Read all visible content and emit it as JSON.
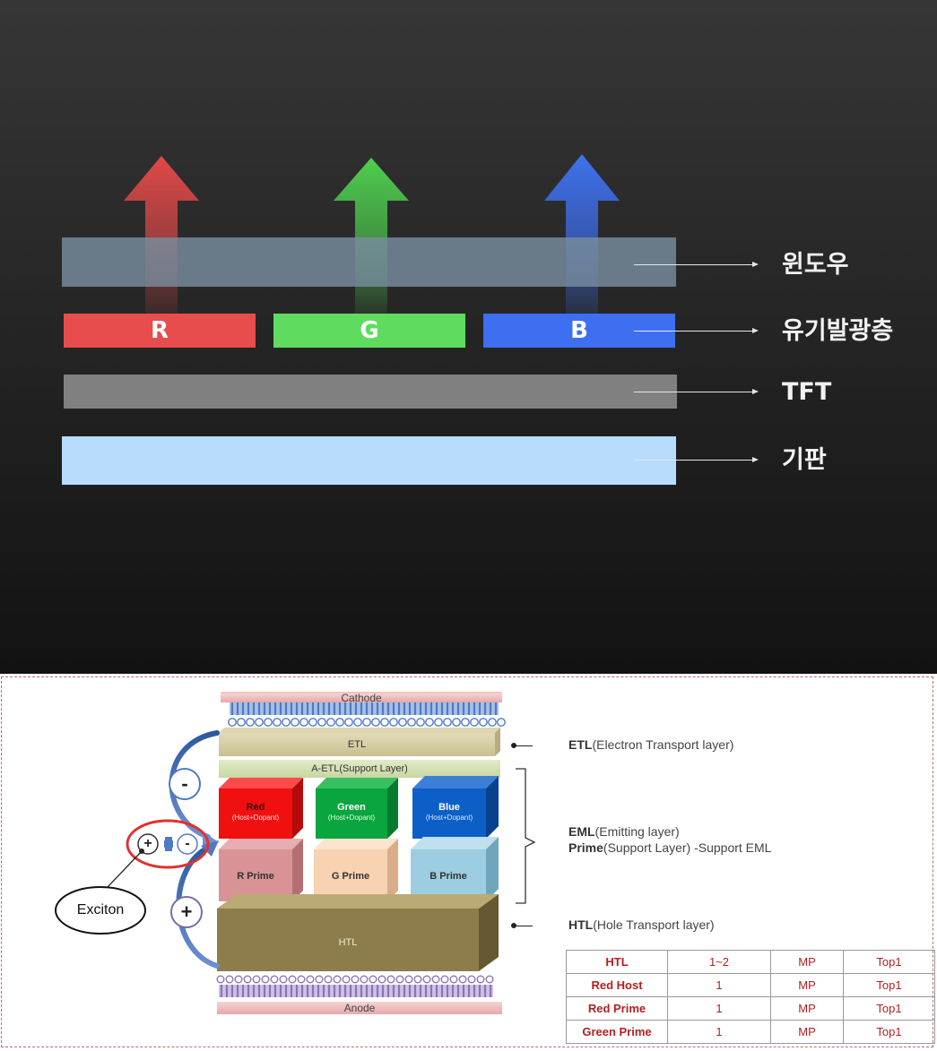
{
  "top_diagram": {
    "subpixels": [
      {
        "label": "R",
        "color": "#e84d4d"
      },
      {
        "label": "G",
        "color": "#5fdc5f"
      },
      {
        "label": "B",
        "color": "#3d6ff0"
      }
    ],
    "layers": {
      "window": "윈도우",
      "organic_emitting": "유기발광층",
      "tft": "TFT",
      "substrate": "기판"
    },
    "colors": {
      "window": "#6e7f8e",
      "tft": "#808080",
      "substrate": "#b8dcfb",
      "red": "#e84d4d",
      "green": "#5fdc5f",
      "blue": "#3d6ff0"
    }
  },
  "oled_stack": {
    "cathode": "Cathode",
    "etl": "ETL",
    "a_etl": "A-ETL(Support Layer)",
    "emitters": [
      {
        "name": "Red",
        "sub": "(Host+Dopant)"
      },
      {
        "name": "Green",
        "sub": "(Host+Dopant)"
      },
      {
        "name": "Blue",
        "sub": "(Host+Dopant)"
      }
    ],
    "primes": [
      "R Prime",
      "G Prime",
      "B Prime"
    ],
    "htl": "HTL",
    "anode": "Anode",
    "exciton": "Exciton",
    "minus_sign": "-",
    "plus_sign": "+"
  },
  "callouts": {
    "etl_abbr": "ETL",
    "etl_desc": "(Electron Transport layer)",
    "eml_abbr": "EML",
    "eml_desc": "(Emitting layer)",
    "prime_abbr": "Prime",
    "prime_desc": "(Support Layer) -Support EML",
    "htl_abbr": "HTL",
    "htl_desc": "(Hole Transport layer)"
  },
  "table": {
    "rows": [
      [
        "HTL",
        "1~2",
        "MP",
        "Top1"
      ],
      [
        "Red Host",
        "1",
        "MP",
        "Top1"
      ],
      [
        "Red Prime",
        "1",
        "MP",
        "Top1"
      ],
      [
        "Green Prime",
        "1",
        "MP",
        "Top1"
      ]
    ]
  }
}
